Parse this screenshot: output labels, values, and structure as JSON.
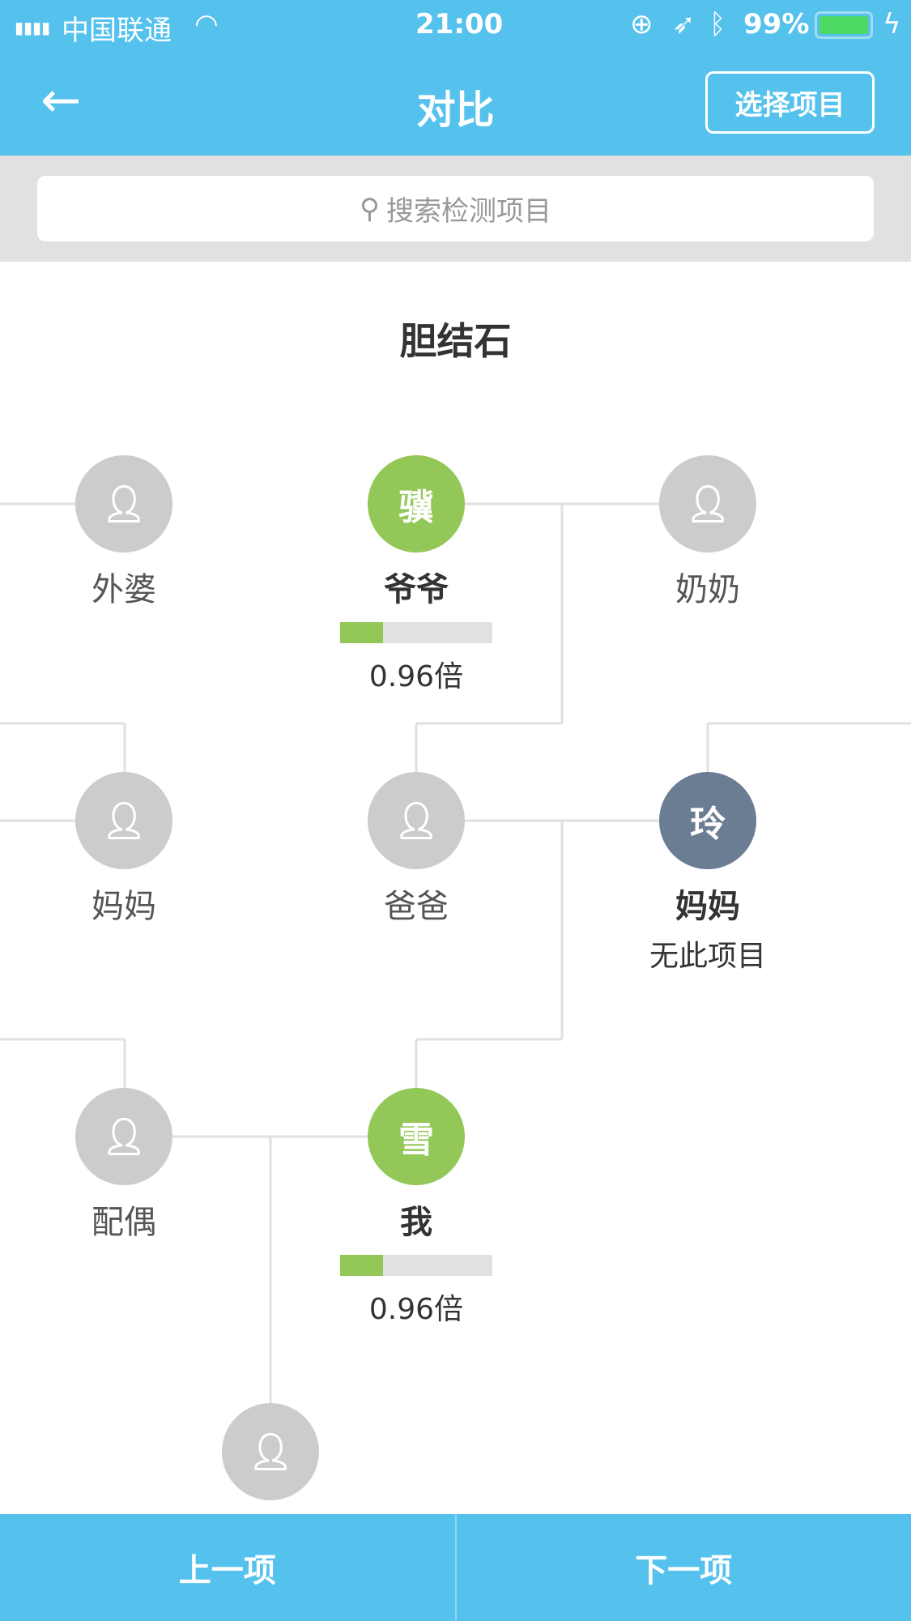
{
  "status_bar": {
    "carrier": "中国联通",
    "time": "21:00",
    "battery": "99%"
  },
  "nav": {
    "title": "对比",
    "select_button": "选择项目"
  },
  "search": {
    "placeholder": "搜索检测项目"
  },
  "item_title": "胆结石",
  "nodes": {
    "waipo": {
      "label": "外婆"
    },
    "yeye": {
      "avatar": "骥",
      "label": "爷爷",
      "ratio": 0.28,
      "value": "0.96倍"
    },
    "nainai": {
      "label": "奶奶"
    },
    "mama_left": {
      "label": "妈妈"
    },
    "baba": {
      "label": "爸爸"
    },
    "mama_right": {
      "avatar": "玲",
      "label": "妈妈",
      "note": "无此项目"
    },
    "peiou": {
      "label": "配偶"
    },
    "me": {
      "avatar": "雪",
      "label": "我",
      "ratio": 0.28,
      "value": "0.96倍"
    }
  },
  "footer": {
    "prev": "上一项",
    "next": "下一项"
  },
  "colors": {
    "accent": "#55c1ed",
    "green": "#93c757",
    "slate": "#6b7d93"
  }
}
